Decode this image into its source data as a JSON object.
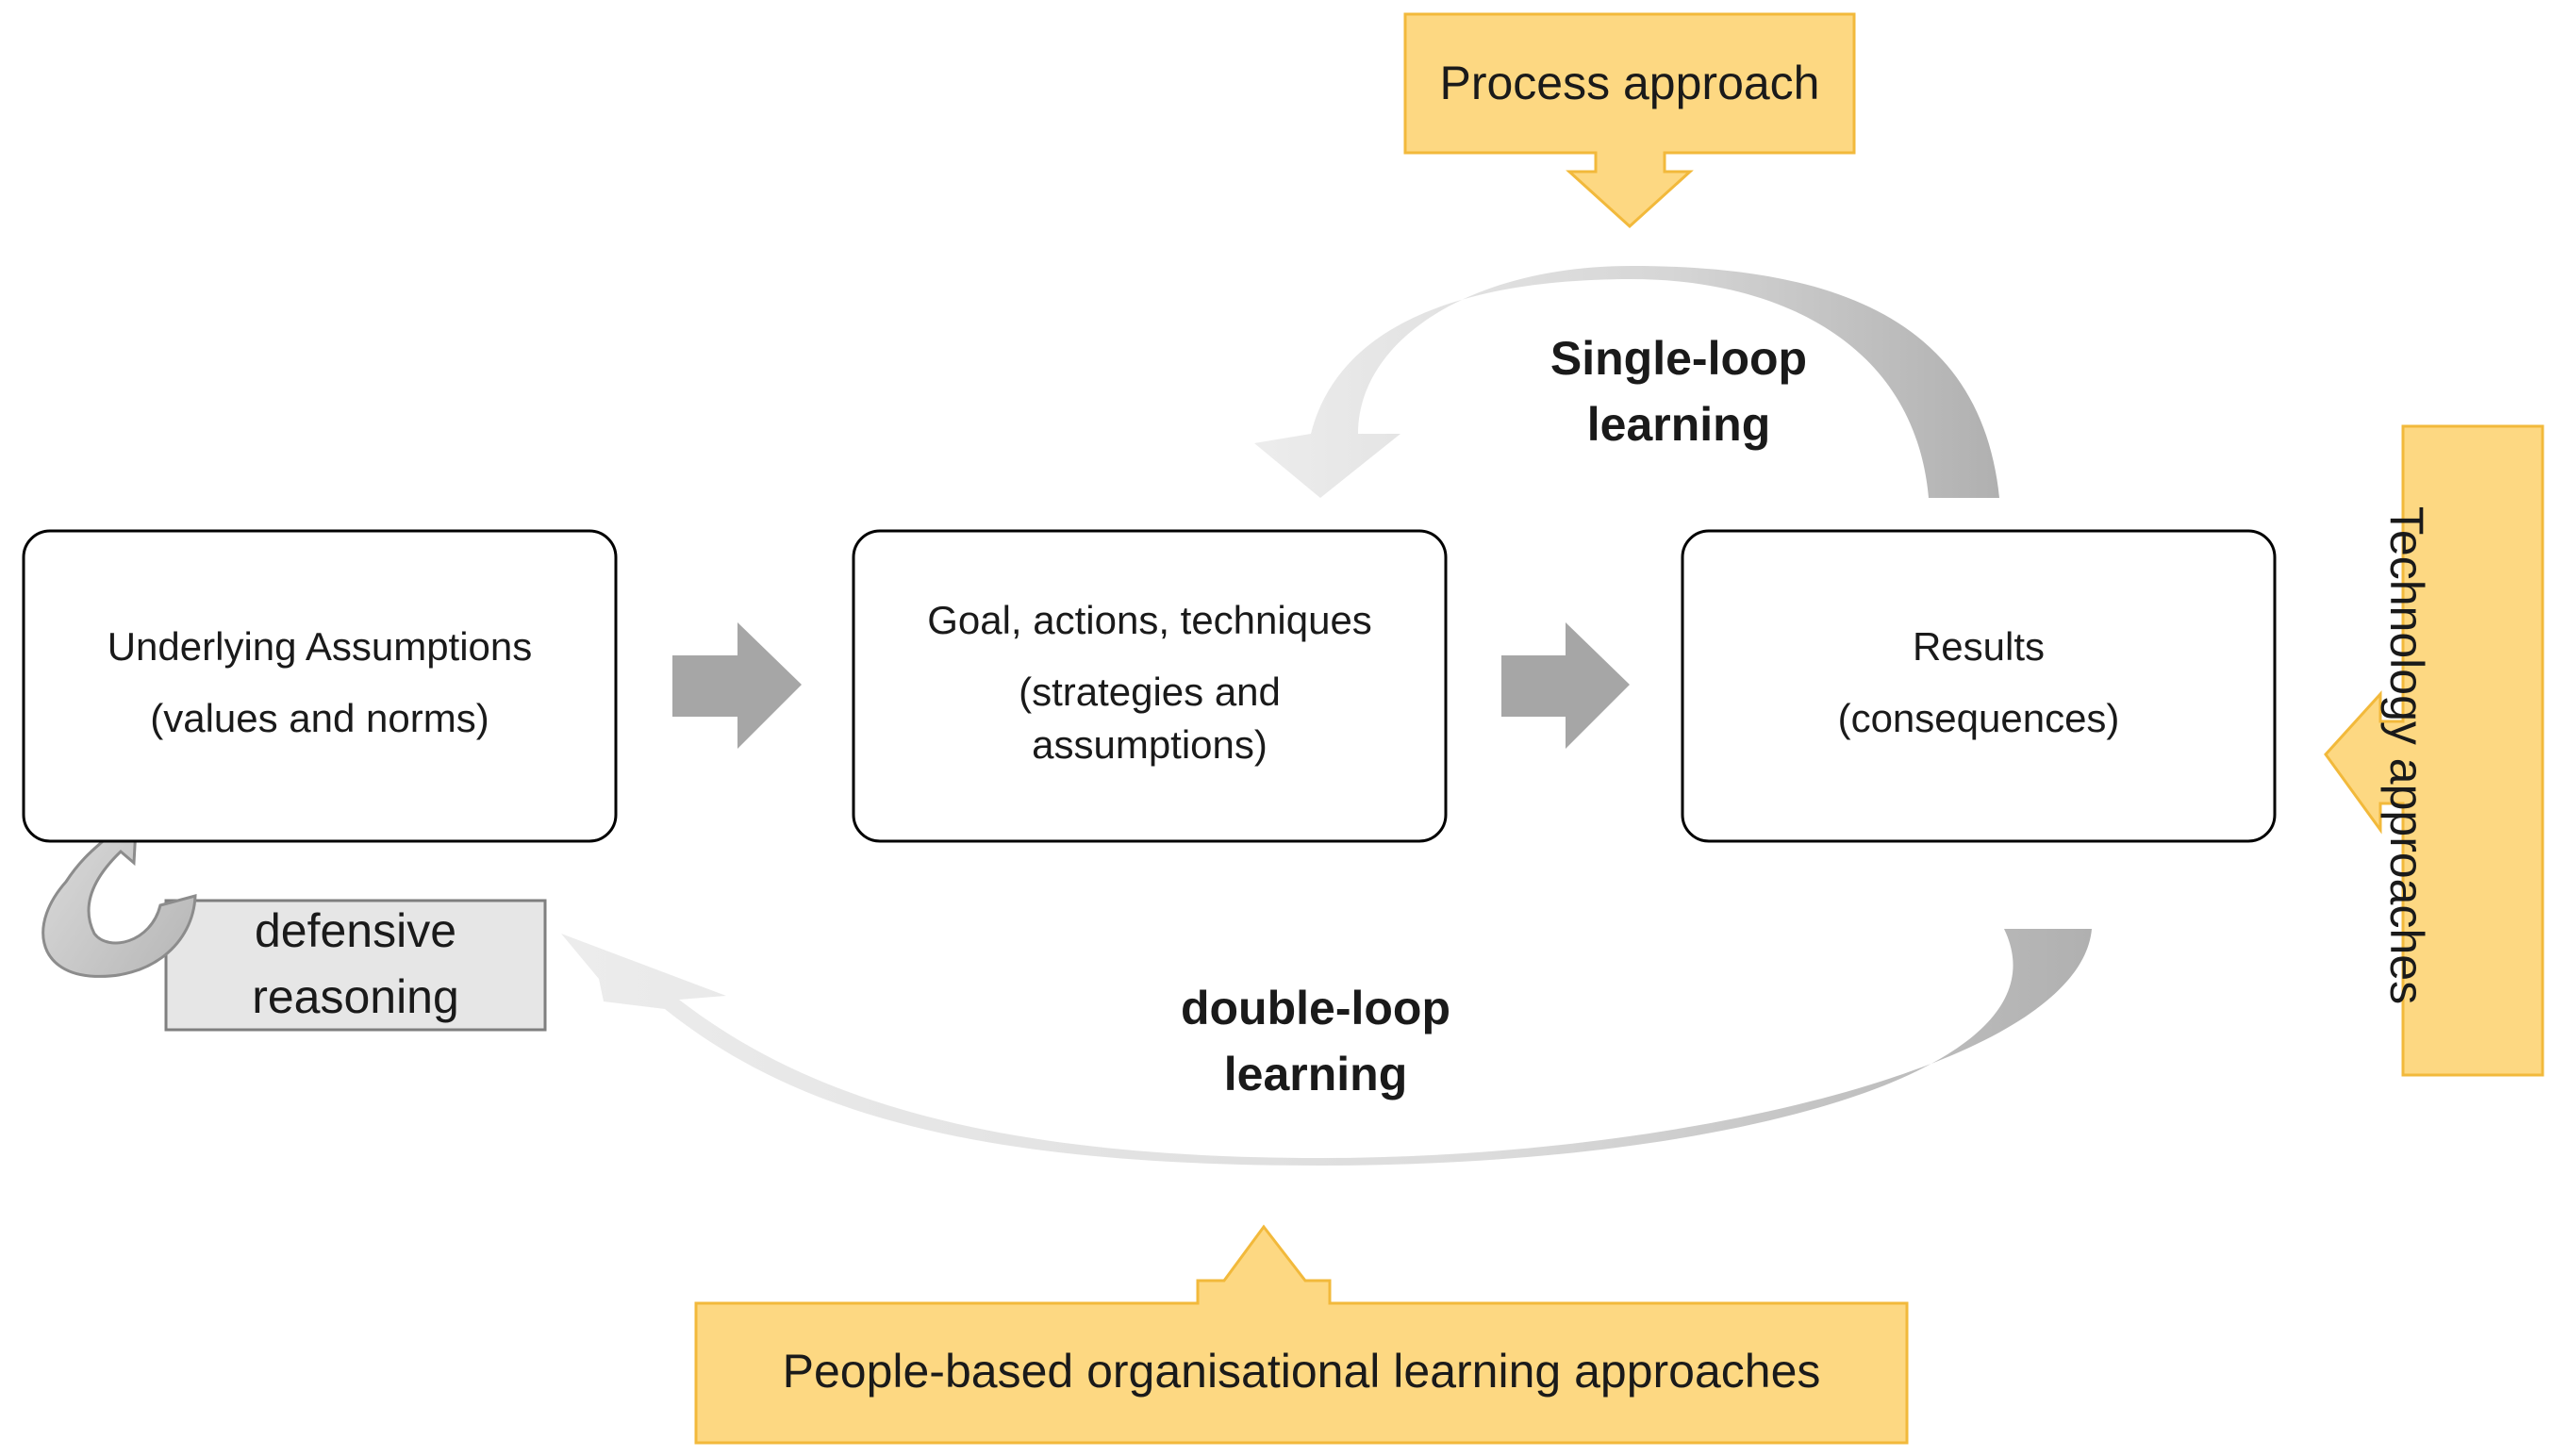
{
  "boxes": {
    "assumptions": {
      "line1": "Underlying Assumptions",
      "line2": "(values and norms)"
    },
    "goal": {
      "line1": "Goal, actions, techniques",
      "line2": "(strategies and",
      "line3": "assumptions)"
    },
    "results": {
      "line1": "Results",
      "line2": "(consequences)"
    }
  },
  "loops": {
    "single": {
      "line1": "Single-loop",
      "line2": "learning"
    },
    "double": {
      "line1": "double-loop",
      "line2": "learning"
    }
  },
  "defensive": {
    "line1": "defensive",
    "line2": "reasoning"
  },
  "approaches": {
    "process": "Process approach",
    "technology": "Technology approaches",
    "people": "People-based organisational learning approaches"
  },
  "colors": {
    "approach_fill": "#fdd882",
    "approach_border": "#f2b93b",
    "arrow_gray": "#a6a6a6",
    "loop_light": "#e6e6e6",
    "loop_dark": "#b3b3b3",
    "defensive_fill": "#e6e6e6"
  }
}
